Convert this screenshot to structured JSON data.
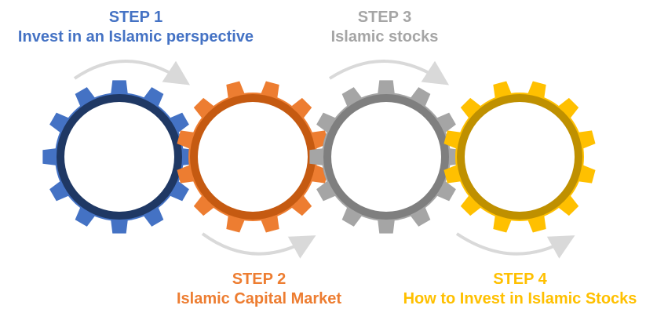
{
  "colors": {
    "blue": "#4472c4",
    "blue_dark": "#1f3864",
    "orange": "#ed7d31",
    "orange_dark": "#c55a11",
    "gray": "#a5a5a5",
    "gray_dark": "#7f7f7f",
    "gold": "#ffc000",
    "gold_dark": "#bf9000",
    "arrow": "#d9d9d9"
  },
  "steps": [
    {
      "step": "STEP 1",
      "title": "Invest in an Islamic perspective",
      "color": "#4472c4",
      "ring": "#1f3864"
    },
    {
      "step": "STEP 2",
      "title": "Islamic Capital Market",
      "color": "#ed7d31",
      "ring": "#c55a11"
    },
    {
      "step": "STEP 3",
      "title": "Islamic stocks",
      "color": "#a5a5a5",
      "ring": "#7f7f7f"
    },
    {
      "step": "STEP 4",
      "title": "How to Invest in Islamic Stocks",
      "color": "#ffc000",
      "ring": "#bf9000"
    }
  ]
}
